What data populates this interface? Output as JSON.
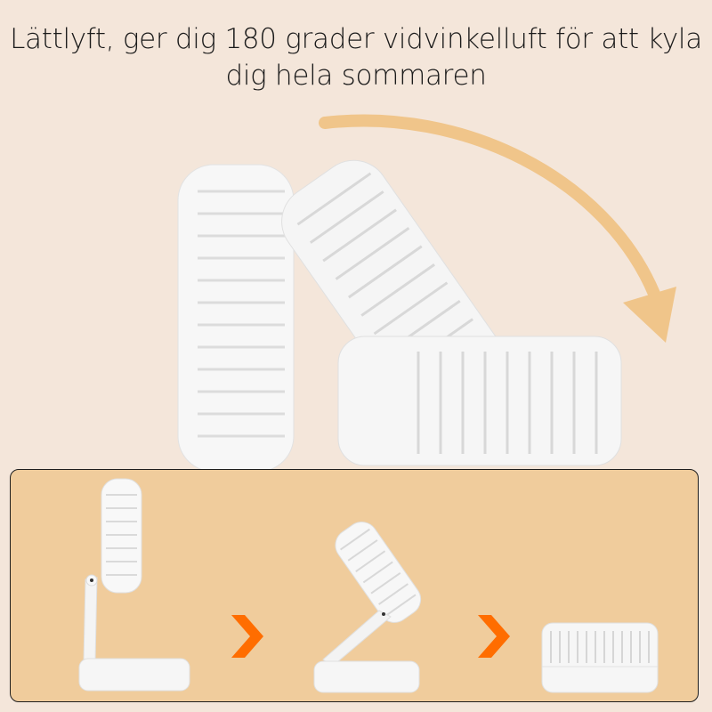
{
  "headline": {
    "line1": "Lättlyft, ger dig 180 grader vidvinkelluft för att kyla",
    "line2": "dig hela sommaren"
  },
  "colors": {
    "background": "#f4e6da",
    "panel": "#f0cc9c",
    "curved_arrow": "#f0c58a",
    "step_chevron": "#ff6d00",
    "fan_white": "#f7f7f7"
  },
  "steps": [
    {
      "name": "upright"
    },
    {
      "name": "tilted"
    },
    {
      "name": "folded"
    }
  ]
}
